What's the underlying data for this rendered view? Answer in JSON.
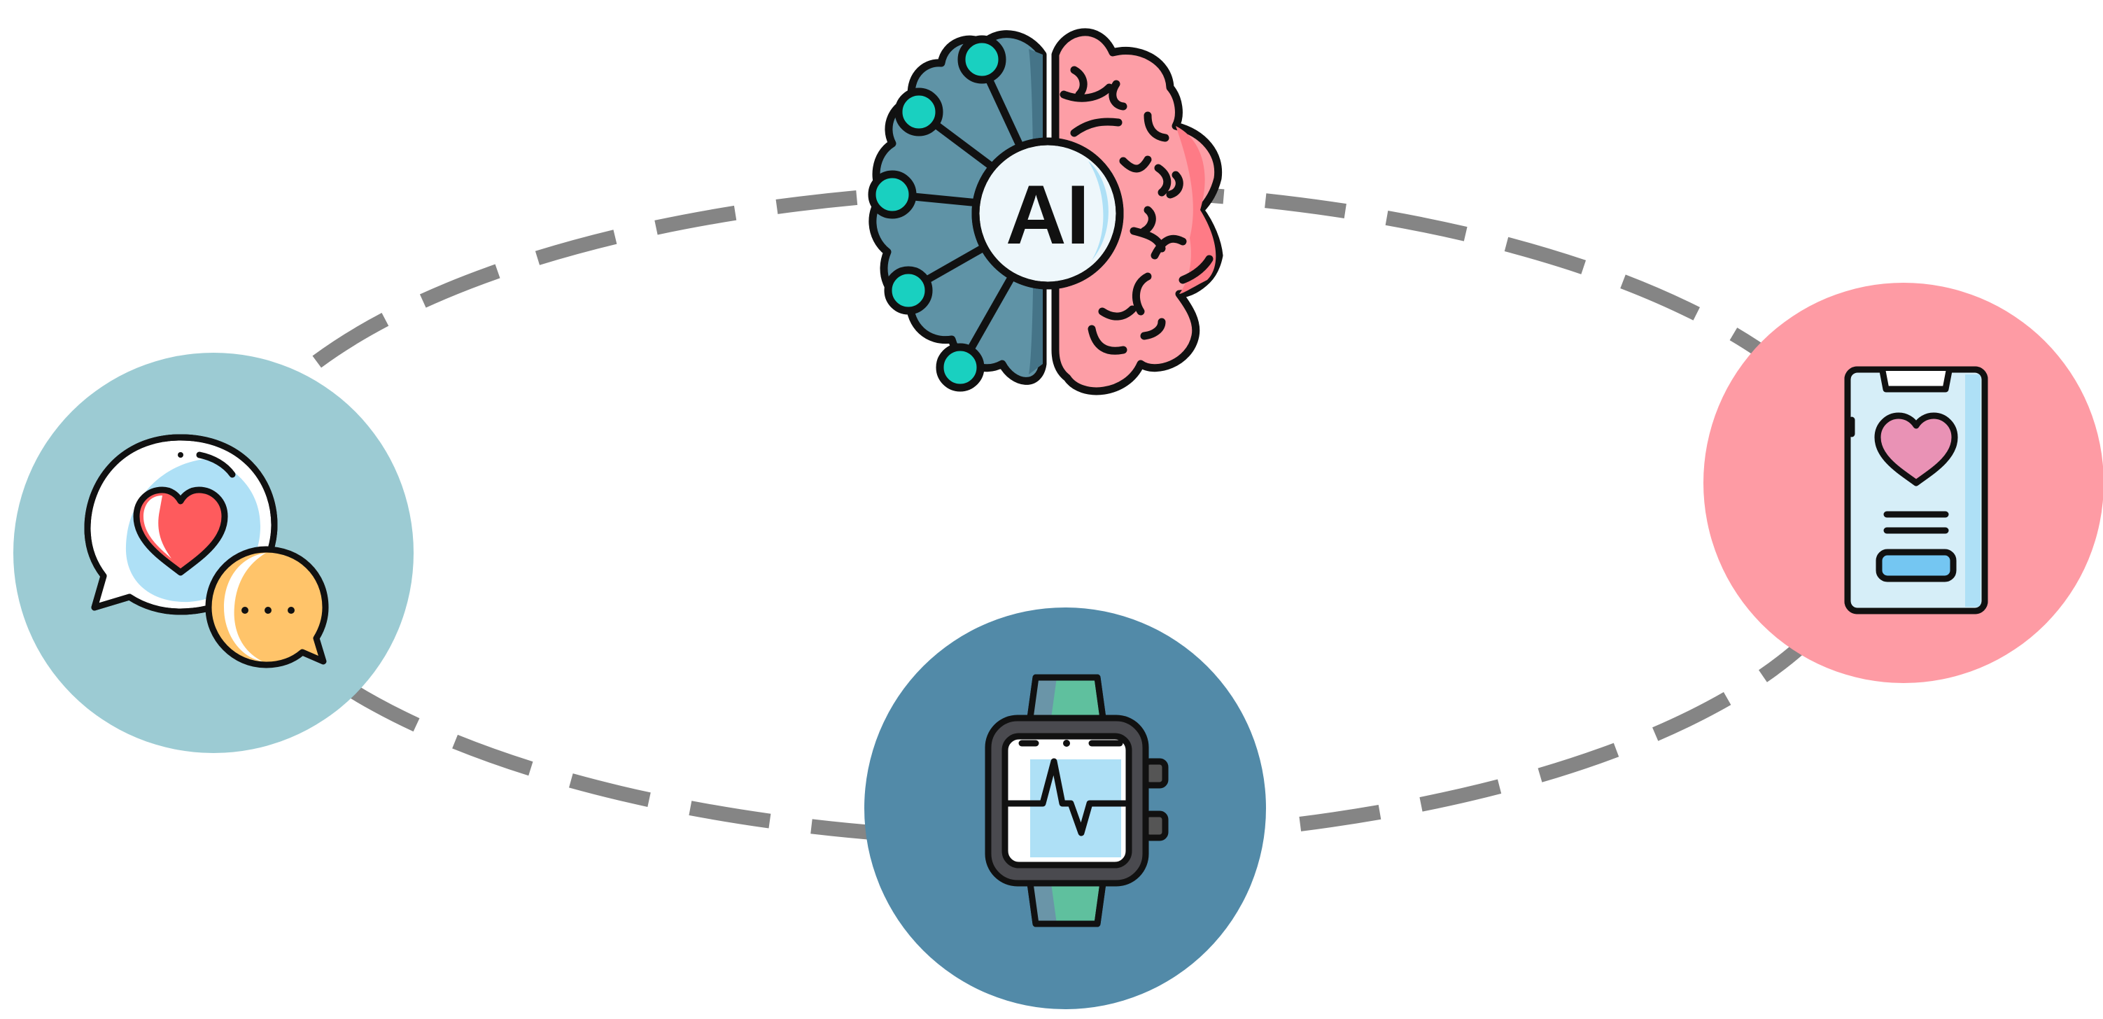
{
  "diagram": {
    "center_node": {
      "label": "AI",
      "icon": "ai-brain-icon"
    },
    "nodes": [
      {
        "id": "chat",
        "icon": "chat-heart-icon",
        "color": "#9ccbd3"
      },
      {
        "id": "phone",
        "icon": "phone-heart-icon",
        "color": "#fe9ba4"
      },
      {
        "id": "watch",
        "icon": "smartwatch-heartbeat-icon",
        "color": "#528aa8"
      }
    ],
    "connector": {
      "style": "dashed-ellipse",
      "color": "#858585"
    },
    "colors": {
      "brain_left": "#5f93a6",
      "brain_right": "#fd9ea6",
      "node_dot": "#19d0c0",
      "outline": "#111111"
    }
  }
}
